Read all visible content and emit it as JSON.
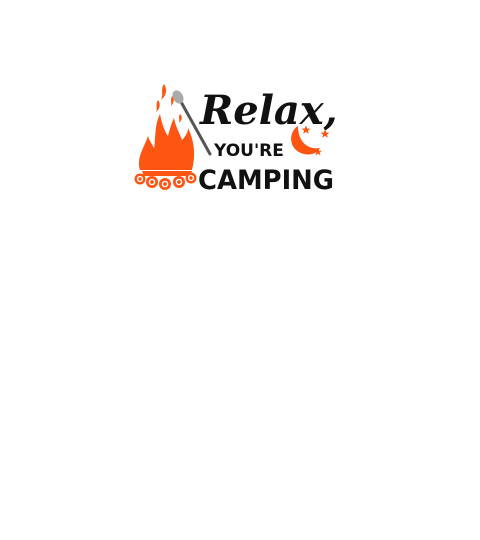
{
  "logo": {
    "line1": "Relax,",
    "line2": "YOU'RE",
    "line3": "CAMPING",
    "colors": {
      "fire": "#ff5512",
      "text": "#111111",
      "stick": "#555555",
      "marshmallow": "#aaaaaa"
    },
    "icons": [
      "campfire-icon",
      "roasting-stick-icon",
      "crescent-moon-icon",
      "star-icon"
    ]
  }
}
